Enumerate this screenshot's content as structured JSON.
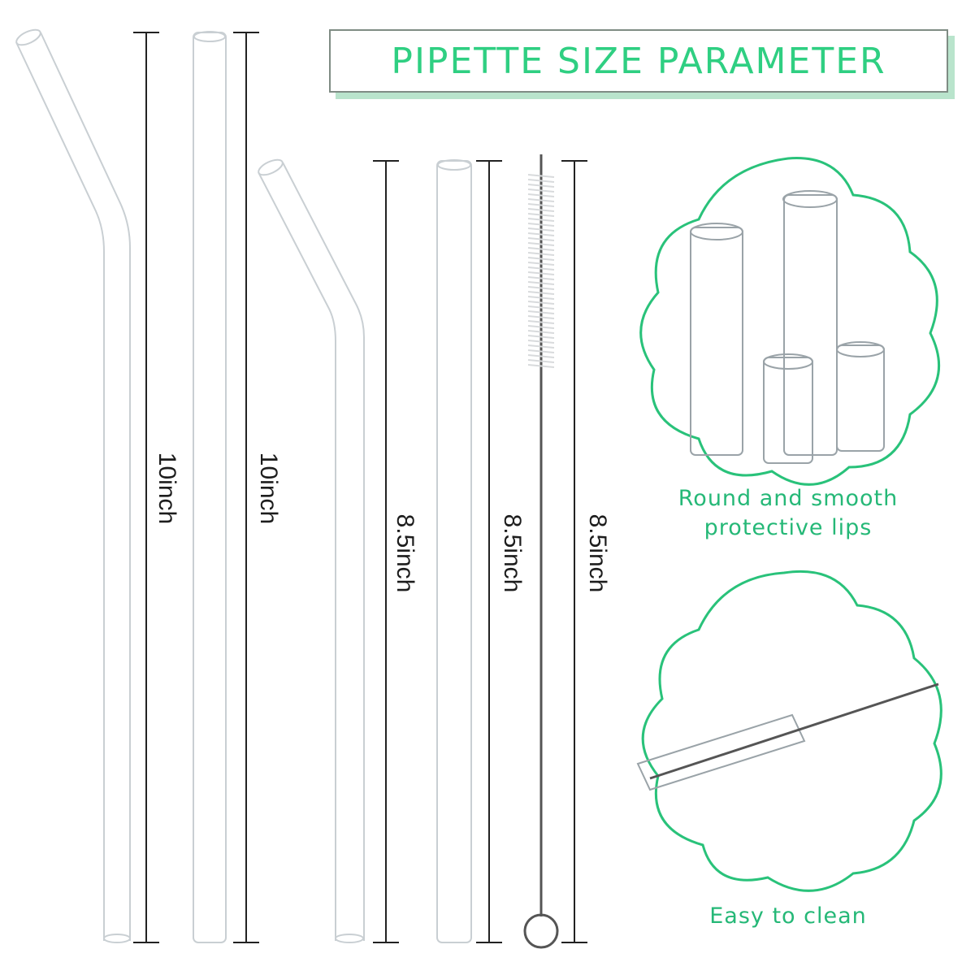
{
  "title": "PIPETTE SIZE PARAMETER",
  "items": [
    {
      "type": "bent-straw",
      "length_label": "10inch"
    },
    {
      "type": "straight-straw",
      "length_label": "10inch"
    },
    {
      "type": "bent-straw",
      "length_label": "8.5inch"
    },
    {
      "type": "straight-straw",
      "length_label": "8.5inch"
    },
    {
      "type": "cleaning-brush",
      "length_label": "8.5inch"
    }
  ],
  "features": [
    {
      "caption_line1": "Round and smooth",
      "caption_line2": "protective lips"
    },
    {
      "caption_line1": "Easy to clean"
    }
  ],
  "colors": {
    "accent": "#2fcf82",
    "outline": "#29c27a",
    "glass": "#c9cfd3"
  }
}
